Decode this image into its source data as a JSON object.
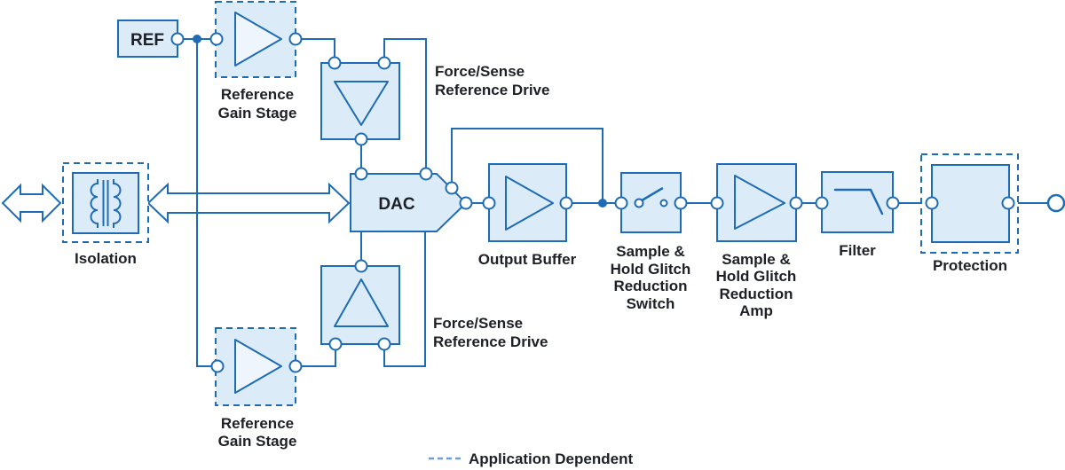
{
  "colors": {
    "accent": "#1e6cb5",
    "box_fill": "#dcebf8",
    "tri_fill": "#eef5fc",
    "text": "#1d2026",
    "legend_dash": "#6aa0d4",
    "bg": "#ffffff"
  },
  "legend": {
    "label": "Application Dependent"
  },
  "blocks": {
    "ref": {
      "label": "REF"
    },
    "isolation": {
      "label": "Isolation",
      "icon": "transformer-icon",
      "application_dependent": true
    },
    "reference_gain_top": {
      "label": [
        "Reference",
        "Gain Stage"
      ],
      "icon": "amplifier-triangle-icon",
      "application_dependent": true
    },
    "force_sense_top": {
      "label": [
        "Force/Sense",
        "Reference Drive"
      ],
      "icon": "buffer-triangle-icon"
    },
    "dac": {
      "label": "DAC"
    },
    "output_buffer": {
      "label": "Output Buffer",
      "icon": "amplifier-triangle-icon"
    },
    "sh_switch": {
      "label": [
        "Sample &",
        "Hold Glitch",
        "Reduction",
        "Switch"
      ],
      "icon": "spst-switch-icon"
    },
    "sh_amp": {
      "label": [
        "Sample &",
        "Hold Glitch",
        "Reduction",
        "Amp"
      ],
      "icon": "amplifier-triangle-icon"
    },
    "filter": {
      "label": "Filter",
      "icon": "lowpass-filter-icon"
    },
    "protection": {
      "label": "Protection",
      "application_dependent": true
    },
    "force_sense_bottom": {
      "label": [
        "Force/Sense",
        "Reference Drive"
      ],
      "icon": "buffer-triangle-icon"
    },
    "reference_gain_bottom": {
      "label": [
        "Reference",
        "Gain Stage"
      ],
      "icon": "amplifier-triangle-icon",
      "application_dependent": true
    }
  }
}
